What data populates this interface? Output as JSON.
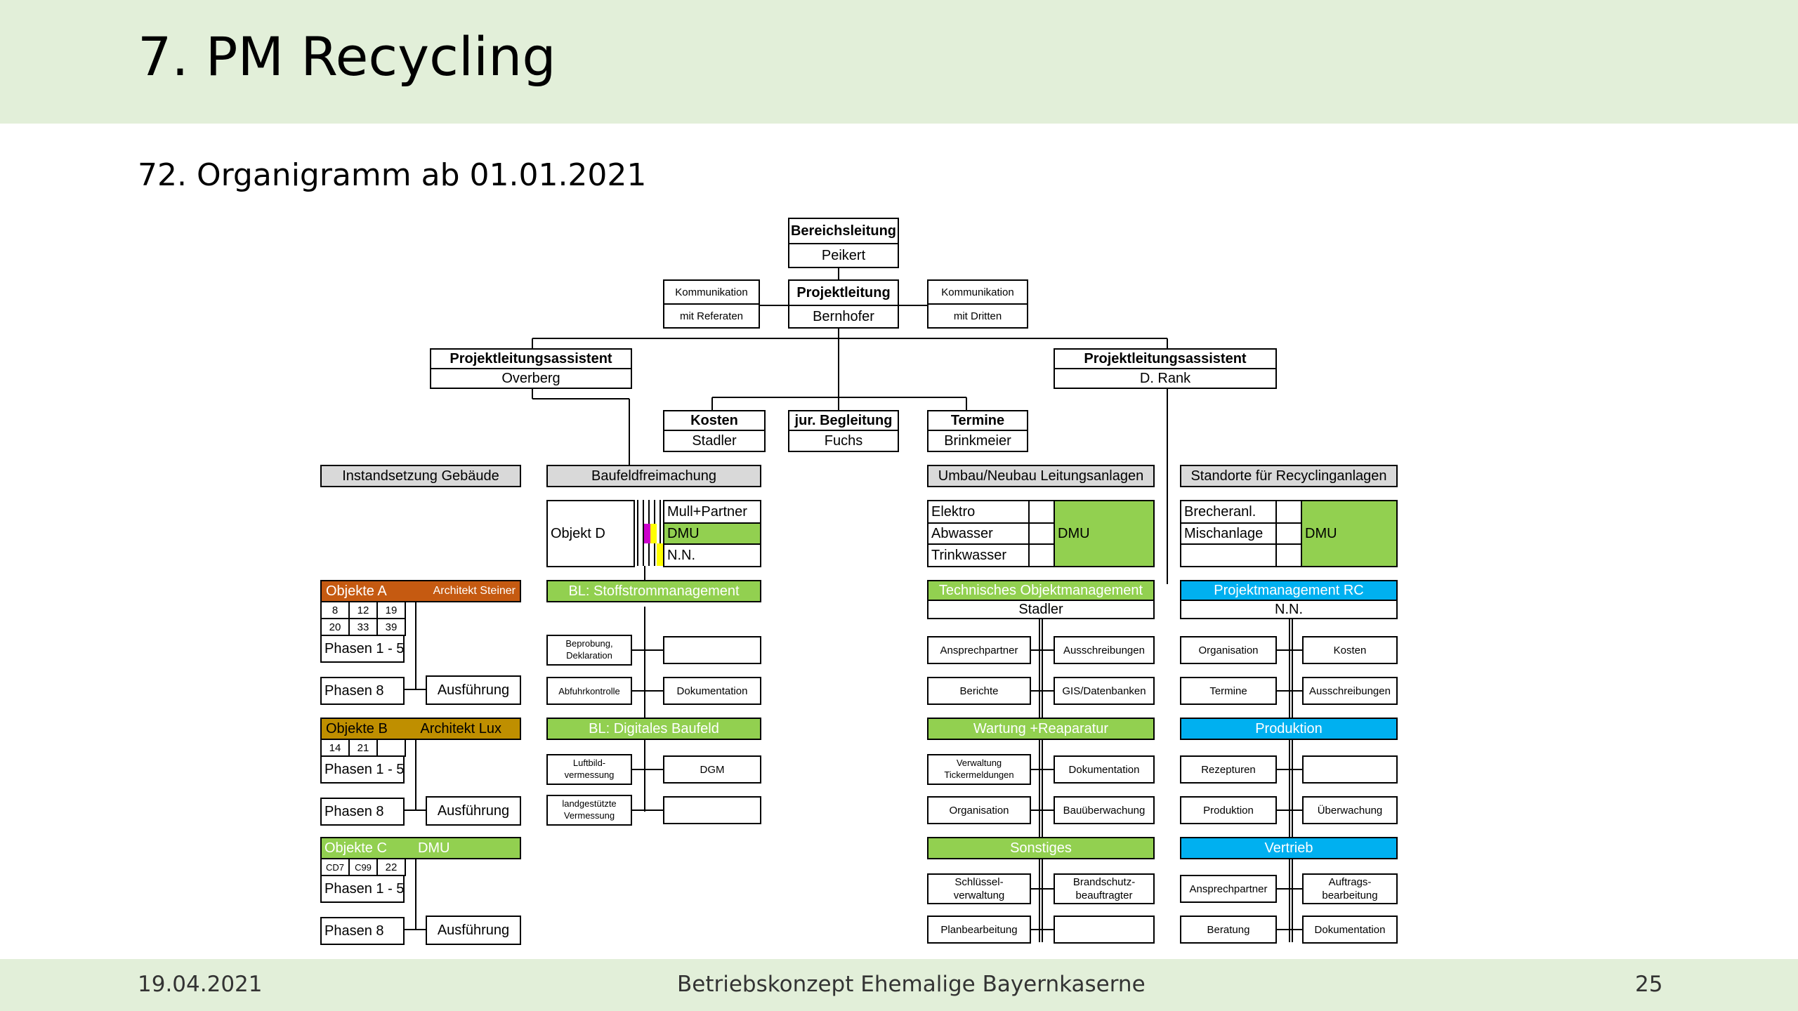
{
  "header": {
    "title": "7. PM Recycling"
  },
  "subtitle": "72. Organigramm ab 01.01.2021",
  "footer": {
    "date": "19.04.2021",
    "center": "Betriebskonzept Ehemalige Bayernkaserne",
    "page": "25"
  },
  "org": {
    "bereichsleitung": {
      "title": "Bereichsleitung",
      "name": "Peikert"
    },
    "projektleitung": {
      "title": "Projektleitung",
      "name": "Bernhofer"
    },
    "komm_ref": {
      "line1": "Kommunikation",
      "line2": "mit Referaten"
    },
    "komm_dritte": {
      "line1": "Kommunikation",
      "line2": "mit Dritten"
    },
    "pla_left": {
      "title": "Projektleitungsassistent",
      "name": "Overberg"
    },
    "pla_right": {
      "title": "Projektleitungsassistent",
      "name": "D. Rank"
    },
    "kosten": {
      "title": "Kosten",
      "name": "Stadler"
    },
    "jur": {
      "title": "jur. Begleitung",
      "name": "Fuchs"
    },
    "termine": {
      "title": "Termine",
      "name": "Brinkmeier"
    },
    "instandsetzung": "Instandsetzung Gebäude",
    "baufeld": "Baufeldfreimachung",
    "umbau": "Umbau/Neubau Leitungsanlagen",
    "standorte": "Standorte für Recyclinganlagen",
    "objekt_d": {
      "label": "Objekt D",
      "r1": "Mull+Partner",
      "r2": "DMU",
      "r3": "N.N."
    },
    "umbau_grid": {
      "r1": "Elektro",
      "r2": "Abwasser",
      "r3": "Trinkwasser",
      "dmu": "DMU"
    },
    "standorte_grid": {
      "r1": "Brecheranl.",
      "r2": "Mischanlage",
      "dmu": "DMU"
    },
    "objekte_a": {
      "title": "Objekte A",
      "arch": "Architekt Steiner",
      "nums": [
        "8",
        "12",
        "19",
        "20",
        "33",
        "39"
      ],
      "phasen": "Phasen 1 - 5",
      "phasen8": "Phasen 8",
      "ausf": "Ausführung"
    },
    "objekte_b": {
      "title": "Objekte B",
      "arch": "Architekt Lux",
      "nums": [
        "14",
        "21",
        ""
      ],
      "phasen": "Phasen 1 - 5",
      "phasen8": "Phasen 8",
      "ausf": "Ausführung"
    },
    "objekte_c": {
      "title": "Objekte C",
      "arch": "DMU",
      "nums": [
        "CD7",
        "C99",
        "22"
      ],
      "phasen": "Phasen 1 - 5",
      "phasen8": "Phasen 8",
      "ausf": "Ausführung"
    },
    "bl_stoff": "BL: Stoffstrommanagement",
    "beprobung": {
      "l1": "Beprobung,",
      "l2": "Deklaration"
    },
    "abfuhr": "Abfuhrkontrolle",
    "dokumentation1": "Dokumentation",
    "bl_digital": "BL: Digitales Baufeld",
    "luftbild": {
      "l1": "Luftbild-",
      "l2": "vermessung"
    },
    "dgm": "DGM",
    "landgestuetzt": {
      "l1": "landgestützte",
      "l2": "Vermessung"
    },
    "tom": {
      "title": "Technisches Objektmanagement",
      "name": "Stadler"
    },
    "ansprechpartner1": "Ansprechpartner",
    "ausschreibungen1": "Ausschreibungen",
    "berichte": "Berichte",
    "gis": "GIS/Datenbanken",
    "wartung": "Wartung +Reaparatur",
    "verwaltung": {
      "l1": "Verwaltung",
      "l2": "Tickermeldungen"
    },
    "dokumentation2": "Dokumentation",
    "organisation1": "Organisation",
    "bauueberwachung": "Bauüberwachung",
    "sonstiges": "Sonstiges",
    "schluessel": {
      "l1": "Schlüssel-",
      "l2": "verwaltung"
    },
    "brandschutz": {
      "l1": "Brandschutz-",
      "l2": "beauftragter"
    },
    "planbearbeitung": "Planbearbeitung",
    "pmrc": {
      "title": "Projektmanagement RC",
      "name": "N.N."
    },
    "organisation2": "Organisation",
    "kosten2": "Kosten",
    "termine2": "Termine",
    "ausschreibungen2": "Ausschreibungen",
    "produktion_hdr": "Produktion",
    "rezepturen": "Rezepturen",
    "produktion": "Produktion",
    "ueberwachung": "Überwachung",
    "vertrieb": "Vertrieb",
    "ansprechpartner2": "Ansprechpartner",
    "auftrags": {
      "l1": "Auftrags-",
      "l2": "bearbeitung"
    },
    "beratung": "Beratung",
    "dokumentation3": "Dokumentation"
  },
  "colors": {
    "header_bg": "#e2efd9",
    "green": "#92d050",
    "orange": "#c55a11",
    "gold": "#bf8f00",
    "blue": "#00b0f0",
    "grey": "#d9d9d9",
    "magenta": "#cc00cc",
    "yellow": "#ffff00"
  }
}
